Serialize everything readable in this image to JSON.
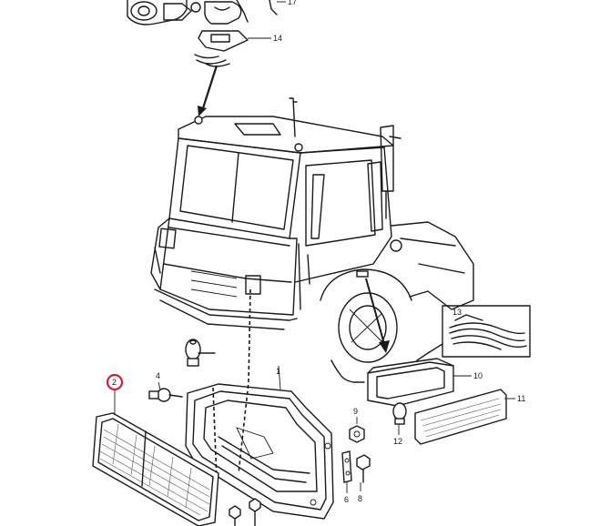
{
  "diagram": {
    "callouts": {
      "c1": "1",
      "c2": "2",
      "c4": "4",
      "c6": "6",
      "c8": "8",
      "c9": "9",
      "c10": "10",
      "c11": "11",
      "c12": "12",
      "c13": "13",
      "c14": "14",
      "c17": "17"
    },
    "highlight": {
      "callout": "2",
      "color": "#d0203a"
    }
  }
}
